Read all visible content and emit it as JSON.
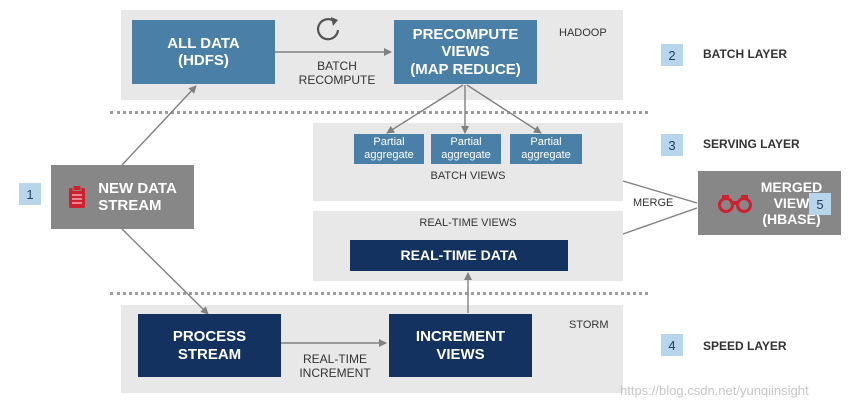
{
  "hadoop_label": "HADOOP",
  "storm_label": "STORM",
  "layers": {
    "batch": {
      "num": "2",
      "label": "BATCH LAYER"
    },
    "serving": {
      "num": "3",
      "label": "SERVING LAYER"
    },
    "speed": {
      "num": "4",
      "label": "SPEED LAYER"
    },
    "merged_num": "5",
    "new_data_num": "1"
  },
  "boxes": {
    "all_data": {
      "line1": "ALL DATA",
      "line2": "(HDFS)"
    },
    "precompute": {
      "line1": "PRECOMPUTE",
      "line2": "VIEWS",
      "line3": "(MAP REDUCE)"
    },
    "new_data": {
      "line1": "NEW DATA",
      "line2": "STREAM"
    },
    "partials": [
      "Partial aggregate",
      "Partial aggregate",
      "Partial aggregate"
    ],
    "realtime_data": "REAL-TIME DATA",
    "process_stream": {
      "line1": "PROCESS",
      "line2": "STREAM"
    },
    "increment_views": {
      "line1": "INCREMENT",
      "line2": "VIEWS"
    },
    "merged": {
      "line1": "MERGED",
      "line2": "VIEW",
      "line3": "(HBASE)"
    }
  },
  "labels": {
    "batch_recompute": {
      "line1": "BATCH",
      "line2": "RECOMPUTE"
    },
    "batch_views": "BATCH VIEWS",
    "realtime_views": "REAL-TIME VIEWS",
    "merge": "MERGE",
    "realtime_increment": {
      "line1": "REAL-TIME",
      "line2": "INCREMENT"
    }
  },
  "icons": {
    "recompute": "refresh-icon",
    "new_data": "clipboard-icon",
    "merged": "binoculars-icon"
  },
  "colors": {
    "mid_blue": "#4a7fa7",
    "dark_blue": "#14325f",
    "gray_box": "#878787",
    "panel": "#e8e8e8",
    "badge": "#b7d6ec",
    "accent_red": "#d02030"
  },
  "watermark": "https://blog.csdn.net/yunqiinsight"
}
